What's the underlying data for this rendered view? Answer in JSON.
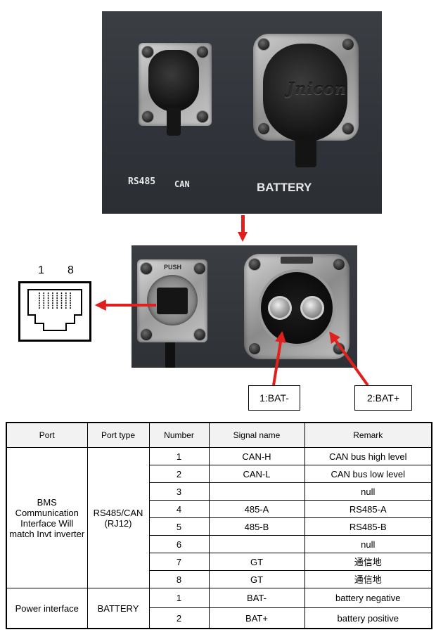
{
  "top_photo": {
    "labels": {
      "rs485": "RS485",
      "can": "CAN",
      "battery": "BATTERY"
    },
    "brand": "Jnicon"
  },
  "mid_photo": {
    "push_label": "PUSH"
  },
  "rj_diagram": {
    "pin_first": "1",
    "pin_last": "8",
    "pin_count": 8
  },
  "callouts": {
    "bat_minus": "1:BAT-",
    "bat_plus": "2:BAT+"
  },
  "colors": {
    "arrow": "#e0201c",
    "header_bg": "#f2f2f2"
  },
  "table": {
    "headers": [
      "Port",
      "Port type",
      "Number",
      "Signal name",
      "Remark"
    ],
    "groups": [
      {
        "port": "BMS Communication Interface Will match Invt inverter",
        "port_type": "RS485/CAN (RJ12)",
        "rows": [
          {
            "number": "1",
            "signal": "CAN-H",
            "remark": "CAN bus high level"
          },
          {
            "number": "2",
            "signal": "CAN-L",
            "remark": "CAN bus low level"
          },
          {
            "number": "3",
            "signal": "",
            "remark": "null"
          },
          {
            "number": "4",
            "signal": "485-A",
            "remark": "RS485-A"
          },
          {
            "number": "5",
            "signal": "485-B",
            "remark": "RS485-B"
          },
          {
            "number": "6",
            "signal": "",
            "remark": "null"
          },
          {
            "number": "7",
            "signal": "GT",
            "remark": "通信地"
          },
          {
            "number": "8",
            "signal": "GT",
            "remark": "通信地"
          }
        ]
      },
      {
        "port": "Power interface",
        "port_type": "BATTERY",
        "rows": [
          {
            "number": "1",
            "signal": "BAT-",
            "remark": "battery negative"
          },
          {
            "number": "2",
            "signal": "BAT+",
            "remark": "battery positive"
          }
        ]
      }
    ]
  }
}
